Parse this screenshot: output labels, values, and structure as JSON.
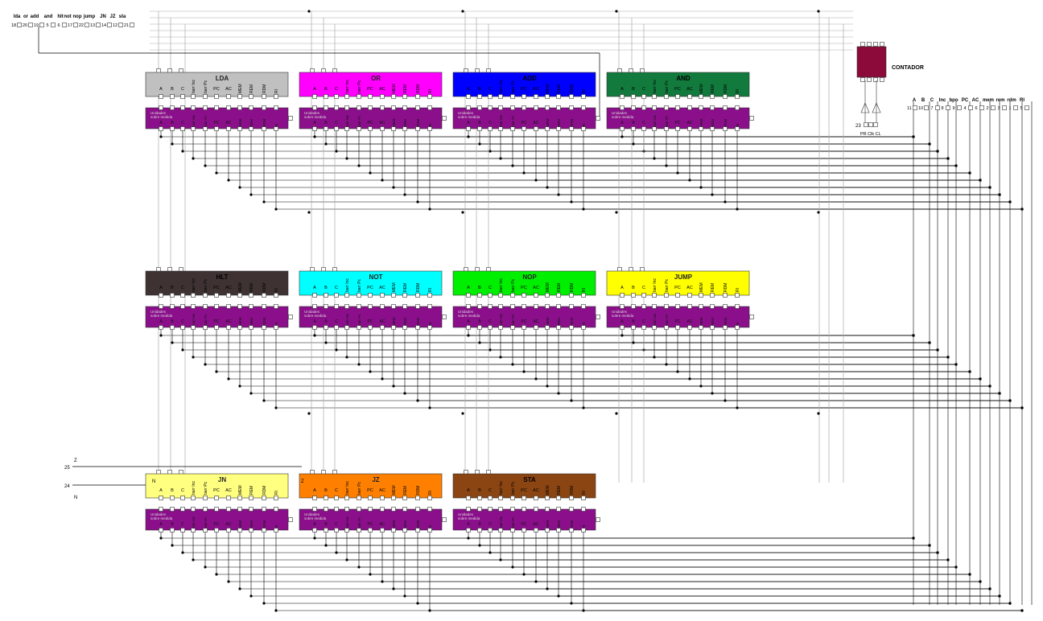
{
  "top_inputs": {
    "labels": [
      "lda",
      "or",
      "add",
      "and",
      "hlt",
      "not",
      "nop",
      "jump",
      "JN",
      "JZ",
      "sta"
    ],
    "pins": [
      "18",
      "20",
      "19",
      "5",
      "6",
      "17",
      "22",
      "13",
      "14",
      "12",
      "21"
    ]
  },
  "outputs": {
    "labels": [
      "A",
      "B",
      "C",
      "Inc",
      "bpo",
      "PC",
      "AC",
      "mem",
      "rem",
      "rdm",
      "RI"
    ],
    "pins": [
      "11",
      "10",
      "7",
      "8",
      "9",
      "4",
      "6",
      "2",
      "3",
      "1",
      "5"
    ]
  },
  "counter": {
    "label": "CONTADOR",
    "pins": "23",
    "bottom_labels": "PR Clk CL"
  },
  "flags": [
    {
      "label": "Z",
      "pin": "25"
    },
    {
      "label": "N",
      "pin": "24"
    }
  ],
  "module": {
    "signal_labels": [
      "A",
      "B",
      "C",
      "barr Inc",
      "barr Pc",
      "PC",
      "AC",
      "MEM",
      "REM",
      "RDM",
      "RI"
    ],
    "decoder_text_1": "Unidades",
    "decoder_text_2": "sobre medida",
    "decoder_colour": "#8b0f8b",
    "jn_input_label": "N",
    "jz_input_label": "Z"
  },
  "instructions": [
    {
      "name": "LDA",
      "colour": "#c0c0c0"
    },
    {
      "name": "OR",
      "colour": "#ff00ff"
    },
    {
      "name": "ADD",
      "colour": "#0000ff"
    },
    {
      "name": "AND",
      "colour": "#127a3c"
    },
    {
      "name": "HLT",
      "colour": "#3e3232"
    },
    {
      "name": "NOT",
      "colour": "#00ffff"
    },
    {
      "name": "NOP",
      "colour": "#00ee00"
    },
    {
      "name": "JUMP",
      "colour": "#ffff00"
    },
    {
      "name": "JN",
      "colour": "#ffff80"
    },
    {
      "name": "JZ",
      "colour": "#ff8000"
    },
    {
      "name": "STA",
      "colour": "#8b4513"
    }
  ]
}
